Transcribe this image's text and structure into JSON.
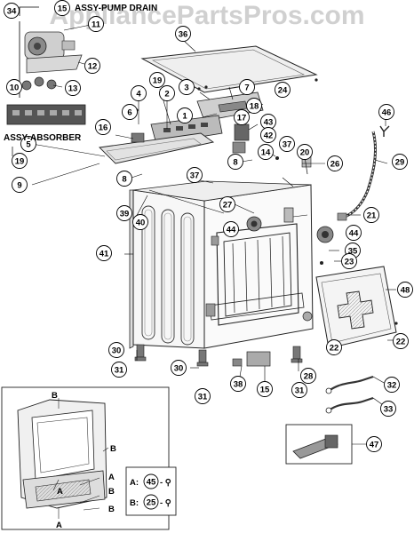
{
  "watermark": "AppliancePartsPros.com",
  "assembly_labels": {
    "pump_drain": "ASSY-PUMP DRAIN",
    "absorber": "ASSY-ABSORBER"
  },
  "callouts": [
    {
      "id": "c34",
      "label": "34"
    },
    {
      "id": "c15a",
      "label": "15"
    },
    {
      "id": "c11",
      "label": "11"
    },
    {
      "id": "c12",
      "label": "12"
    },
    {
      "id": "c10",
      "label": "10"
    },
    {
      "id": "c13",
      "label": "13"
    },
    {
      "id": "c19a",
      "label": "19"
    },
    {
      "id": "c36",
      "label": "36"
    },
    {
      "id": "c4",
      "label": "4"
    },
    {
      "id": "c19b",
      "label": "19"
    },
    {
      "id": "c2",
      "label": "2"
    },
    {
      "id": "c3",
      "label": "3"
    },
    {
      "id": "c7",
      "label": "7"
    },
    {
      "id": "c24",
      "label": "24"
    },
    {
      "id": "c18",
      "label": "18"
    },
    {
      "id": "c6",
      "label": "6"
    },
    {
      "id": "c1",
      "label": "1"
    },
    {
      "id": "c17",
      "label": "17"
    },
    {
      "id": "c43",
      "label": "43"
    },
    {
      "id": "c16",
      "label": "16"
    },
    {
      "id": "c42",
      "label": "42"
    },
    {
      "id": "c46",
      "label": "46"
    },
    {
      "id": "c5",
      "label": "5"
    },
    {
      "id": "c14",
      "label": "14"
    },
    {
      "id": "c37a",
      "label": "37"
    },
    {
      "id": "c20",
      "label": "20"
    },
    {
      "id": "c8a",
      "label": "8"
    },
    {
      "id": "c26",
      "label": "26"
    },
    {
      "id": "c29",
      "label": "29"
    },
    {
      "id": "c9",
      "label": "9"
    },
    {
      "id": "c8b",
      "label": "8"
    },
    {
      "id": "c37b",
      "label": "37"
    },
    {
      "id": "c27",
      "label": "27"
    },
    {
      "id": "c39",
      "label": "39"
    },
    {
      "id": "c40",
      "label": "40"
    },
    {
      "id": "c21",
      "label": "21"
    },
    {
      "id": "c44a",
      "label": "44"
    },
    {
      "id": "c44b",
      "label": "44"
    },
    {
      "id": "c41",
      "label": "41"
    },
    {
      "id": "c35",
      "label": "35"
    },
    {
      "id": "c23",
      "label": "23"
    },
    {
      "id": "c48",
      "label": "48"
    },
    {
      "id": "c22a",
      "label": "22"
    },
    {
      "id": "c22b",
      "label": "22"
    },
    {
      "id": "c30a",
      "label": "30"
    },
    {
      "id": "c31a",
      "label": "31"
    },
    {
      "id": "c30b",
      "label": "30"
    },
    {
      "id": "c28",
      "label": "28"
    },
    {
      "id": "c38",
      "label": "38"
    },
    {
      "id": "c15b",
      "label": "15"
    },
    {
      "id": "c31b",
      "label": "31"
    },
    {
      "id": "c31c",
      "label": "31"
    },
    {
      "id": "c32",
      "label": "32"
    },
    {
      "id": "c33",
      "label": "33"
    },
    {
      "id": "c47",
      "label": "47"
    },
    {
      "id": "c45",
      "label": "45"
    },
    {
      "id": "c25",
      "label": "25"
    }
  ],
  "inset": {
    "letter_b": "B",
    "letter_a": "A",
    "legend": [
      {
        "key": "A:",
        "part": "45",
        "suffix": "- ⚲"
      },
      {
        "key": "B:",
        "part": "25",
        "suffix": "- ⚲"
      }
    ]
  }
}
